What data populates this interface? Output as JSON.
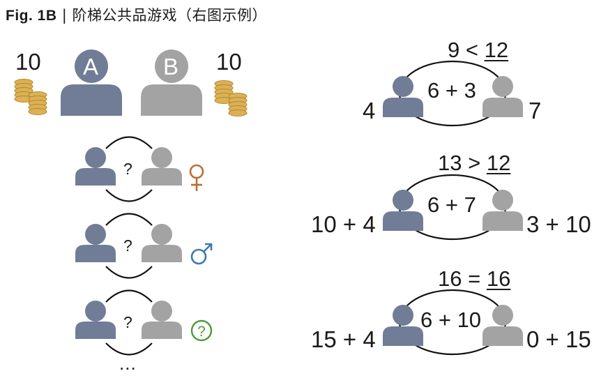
{
  "header": {
    "fig_label": "Fig. 1B",
    "separator": "|",
    "title": "阶梯公共品游戏（右图示例）"
  },
  "colors": {
    "player_a": "#717d96",
    "player_b": "#a3a3a3",
    "coin": "#dcb155",
    "coin_edge": "#b38a2f",
    "female_symbol": "#b76e36",
    "male_symbol": "#3f78b5",
    "unknown_symbol": "#4e9a3a"
  },
  "setup": {
    "player_a_label": "A",
    "player_b_label": "B",
    "endowment_a": "10",
    "endowment_b": "10"
  },
  "partner_conditions": [
    {
      "question": "?",
      "icon": "female-symbol-icon",
      "icon_glyph": "♀"
    },
    {
      "question": "?",
      "icon": "male-symbol-icon",
      "icon_glyph": "♂"
    },
    {
      "question": "?",
      "icon": "unknown-gender-icon",
      "icon_glyph": "?"
    }
  ],
  "more_indicator": "...",
  "examples": [
    {
      "comparison_left": "9",
      "comparison_op": "<",
      "threshold": "12",
      "contributions": "6 + 3",
      "payoff_a": "4",
      "payoff_b": "7"
    },
    {
      "comparison_left": "13",
      "comparison_op": ">",
      "threshold": "12",
      "contributions": "6 + 7",
      "payoff_a": "10 + 4",
      "payoff_b": "3 + 10"
    },
    {
      "comparison_left": "16",
      "comparison_op": "=",
      "threshold": "16",
      "contributions": "6 + 10",
      "payoff_a": "15 + 4",
      "payoff_b": "0 + 15"
    }
  ]
}
